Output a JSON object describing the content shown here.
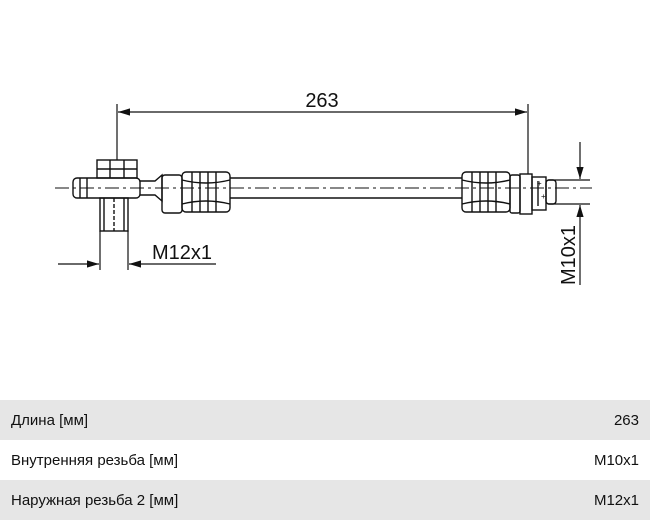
{
  "drawing": {
    "dimension_length": "263",
    "dimension_outer_thread": "M12x1",
    "dimension_inner_thread": "M10x1"
  },
  "specs": [
    {
      "label": "Длина [мм]",
      "value": "263"
    },
    {
      "label": "Внутренняя резьба [мм]",
      "value": "M10x1"
    },
    {
      "label": "Наружная резьба 2 [мм]",
      "value": "M12x1"
    }
  ]
}
